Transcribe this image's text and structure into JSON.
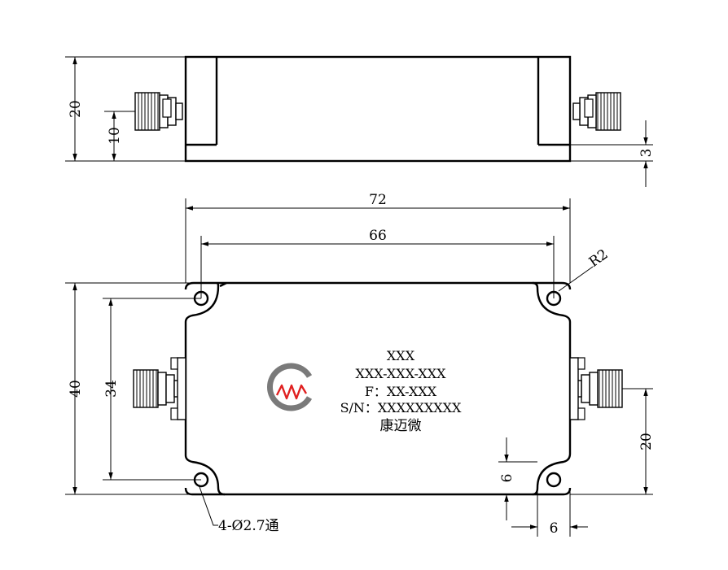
{
  "dimensions": {
    "side_height": "20",
    "side_connector_center": "10",
    "side_connector_offset": "3",
    "top_width": "72",
    "hole_spacing_x": "66",
    "corner_radius": "R2",
    "top_height": "40",
    "hole_spacing_y": "34",
    "right_connector_height": "20",
    "corner_offset_y": "6",
    "corner_offset_x": "6",
    "hole_callout": "4-Ø2.7通"
  },
  "label": {
    "line1": "XXX",
    "line2": "XXX-XXX-XXX",
    "line3": "F：XX-XXX",
    "line4": "S/N：XXXXXXXXX",
    "line5": "康迈微"
  },
  "colors": {
    "line": "#000000",
    "logo_grey": "#7a7a7a",
    "logo_red": "#e02020"
  }
}
